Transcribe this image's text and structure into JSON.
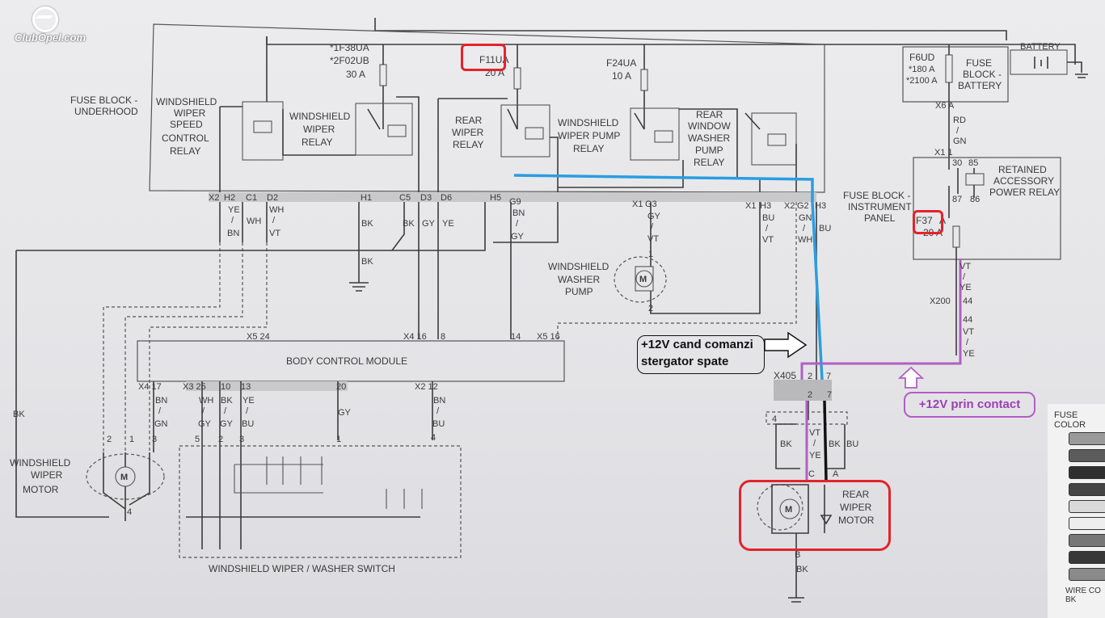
{
  "logo": {
    "text": "ClubOpel.com"
  },
  "fuse_block_underhood": {
    "label_line1": "FUSE BLOCK -",
    "label_line2": "UNDERHOOD",
    "fuse_f38": {
      "line1": "*1F38UA",
      "line2": "*2F02UB",
      "rating": "30 A"
    },
    "fuse_f11": {
      "name": "F11UA",
      "rating": "20 A"
    },
    "fuse_f24": {
      "name": "F24UA",
      "rating": "10 A"
    },
    "relays": [
      {
        "lines": [
          "WINDSHIELD",
          "WIPER",
          "SPEED",
          "CONTROL",
          "RELAY"
        ]
      },
      {
        "lines": [
          "WINDSHIELD",
          "WIPER",
          "RELAY"
        ]
      },
      {
        "lines": [
          "REAR",
          "WIPER",
          "RELAY"
        ]
      },
      {
        "lines": [
          "WINDSHIELD",
          "WIPER PUMP",
          "RELAY"
        ]
      },
      {
        "lines": [
          "REAR",
          "WINDOW",
          "WASHER",
          "PUMP",
          "RELAY"
        ]
      }
    ]
  },
  "connector_strip": [
    "X2",
    "H2",
    "C1",
    "D2",
    "H1",
    "C5",
    "D3",
    "D6",
    "H5",
    "G9",
    "X1",
    "G3",
    "X1",
    "H3",
    "X2",
    "G2",
    "H3"
  ],
  "wire_colors": {
    "h2": [
      "YE",
      "/",
      "BN"
    ],
    "c1": "WH",
    "d2": [
      "WH",
      "/",
      "VT"
    ],
    "h1": "BK",
    "h1_ground": "BK",
    "c5": "BK",
    "d3": "GY",
    "d6": "YE",
    "g9": [
      "BN",
      "/",
      "GY"
    ],
    "g3": [
      "GY",
      "/",
      "VT"
    ],
    "h3": [
      "BU",
      "/",
      "VT"
    ],
    "g2": [
      "GN",
      "/",
      "WH"
    ],
    "h3b": "BU",
    "left_bk": "BK"
  },
  "battery": {
    "label": "BATTERY"
  },
  "fuse_block_battery": {
    "fuse_name": "F6UD",
    "ratings": [
      "*180 A",
      "*2100 A"
    ],
    "label": [
      "FUSE",
      "BLOCK -",
      "BATTERY"
    ],
    "connector": "X6 A",
    "wire": [
      "RD",
      "/",
      "GN"
    ],
    "x1": "X1 1"
  },
  "retained_power": {
    "label": [
      "RETAINED",
      "ACCESSORY",
      "POWER RELAY"
    ],
    "pins": [
      "30",
      "85",
      "87",
      "86"
    ],
    "panel_label": [
      "FUSE BLOCK -",
      "INSTRUMENT",
      "PANEL"
    ],
    "fuse_name": "F37",
    "fuse_suffix": "A",
    "rating": "20 A",
    "wire1": [
      "VT",
      "/",
      "YE"
    ],
    "conn": "X200",
    "pin_a": "44",
    "pin_b": "44",
    "wire2": [
      "VT",
      "/",
      "YE"
    ]
  },
  "washer_pump": {
    "label": [
      "WINDSHIELD",
      "WASHER",
      "PUMP"
    ],
    "pin1": "1",
    "pin2": "2",
    "x1g3": "X1 G3"
  },
  "bcm": {
    "label": "BODY CONTROL MODULE",
    "top_pins": [
      "X5 24",
      "X4 16",
      "8",
      "14",
      "X5 16"
    ],
    "bottom_pins": [
      "X4 17",
      "X3 25",
      "10",
      "13",
      "20",
      "X2 12"
    ],
    "wires": {
      "x4_17": [
        "BN",
        "/",
        "GN"
      ],
      "x3_25": [
        "WH",
        "/",
        "GY"
      ],
      "p10": [
        "BK",
        "/",
        "GY"
      ],
      "p13": [
        "YE",
        "/",
        "BU"
      ],
      "p20": "GY",
      "x2_12": [
        "BN",
        "/",
        "BU"
      ]
    }
  },
  "windshield_wiper_motor": {
    "label": [
      "WINDSHIELD",
      "WIPER",
      "MOTOR"
    ],
    "pins": [
      "2",
      "1",
      "3",
      "4"
    ]
  },
  "wiper_switch": {
    "label": "WINDSHIELD WIPER / WASHER SWITCH",
    "pins": [
      "5",
      "2",
      "3",
      "1",
      "4"
    ]
  },
  "rear_connector": {
    "name": "X405",
    "pins_top": [
      "2",
      "7"
    ],
    "pins_bottom": [
      "2",
      "7"
    ],
    "tag": "4"
  },
  "rear_wiper_motor": {
    "label": [
      "REAR",
      "WIPER",
      "MOTOR"
    ],
    "pins": [
      "C",
      "A",
      "B"
    ],
    "wires": {
      "left": "BK",
      "mid": [
        "VT",
        "/",
        "YE"
      ],
      "bk2": "BK",
      "bu": "BU",
      "ground": "BK"
    }
  },
  "annotations": {
    "command_note": [
      "+12V cand comanzi",
      "stergator spate"
    ],
    "contact_note": "+12V prin contact",
    "blue_color": "#2a9de0",
    "purple_color": "#b25ec4",
    "red_color": "#e3232a"
  },
  "legend": {
    "title": "FUSE COLOR",
    "wire_title": "WIRE CO",
    "wire_sub": "BK"
  }
}
